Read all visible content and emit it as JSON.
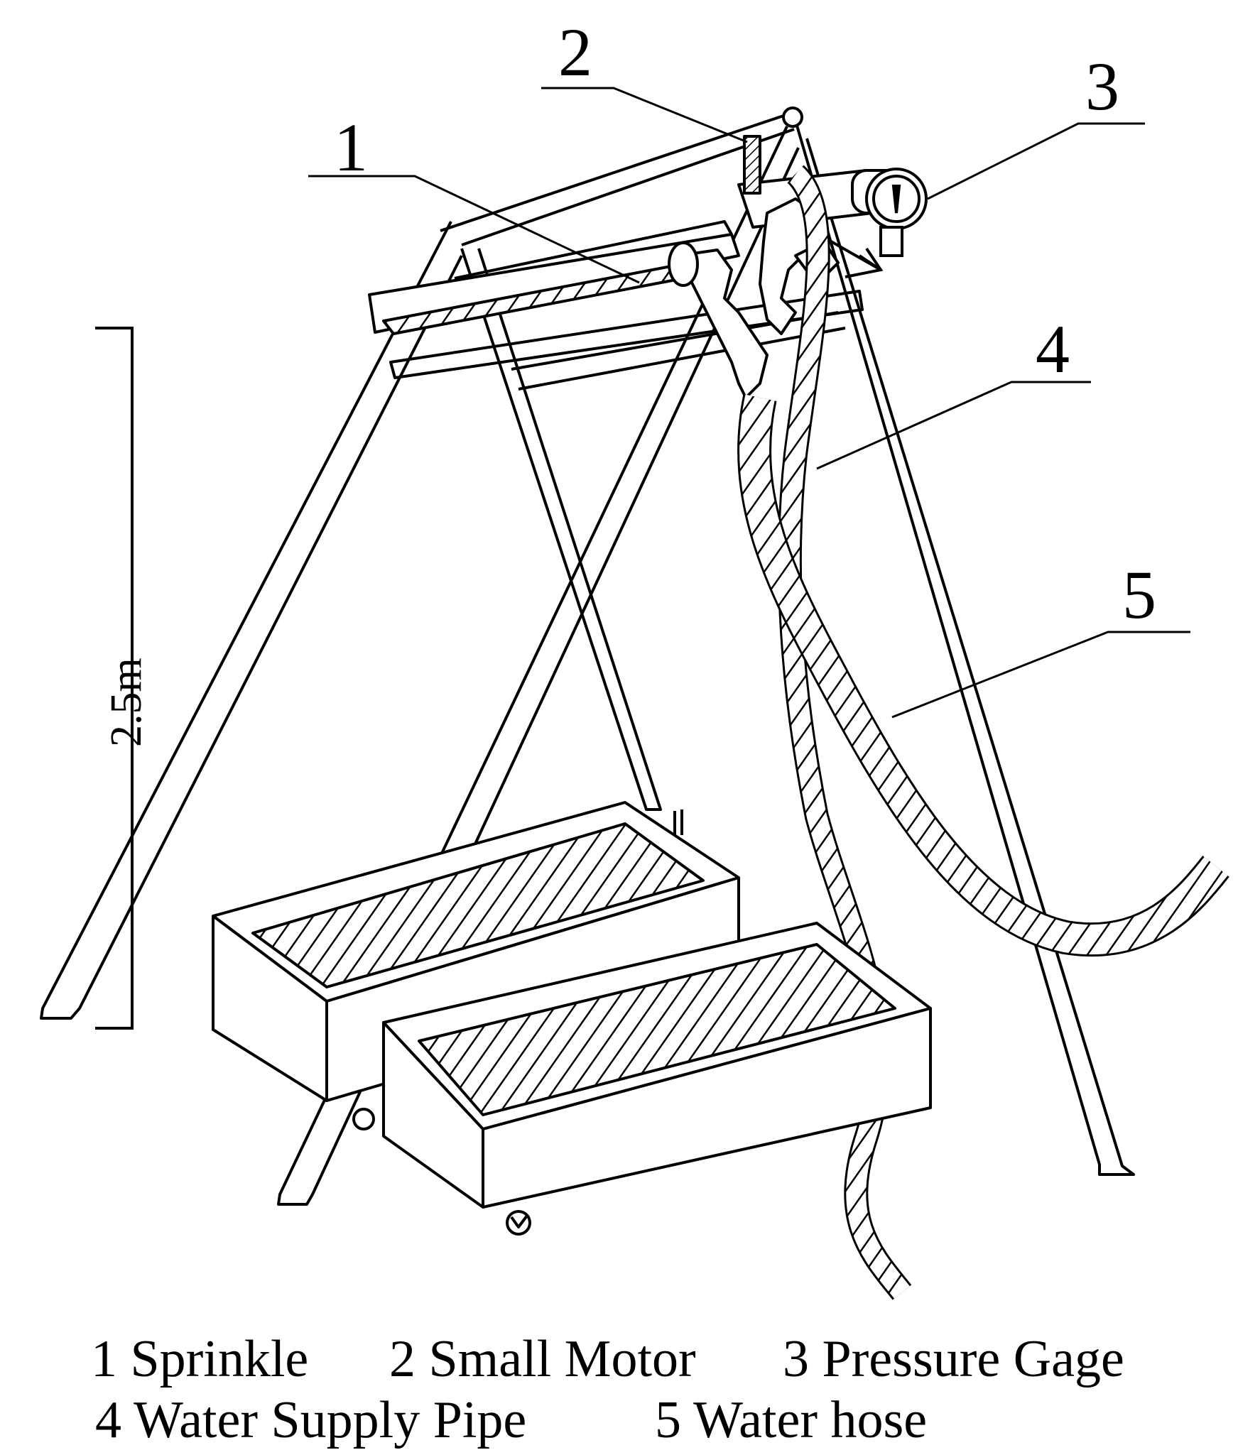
{
  "callouts": [
    "1",
    "2",
    "3",
    "4",
    "5"
  ],
  "dimension": "2.5m",
  "legend": {
    "item1": "1 Sprinkle",
    "item2": "2 Small Motor",
    "item3": "3 Pressure Gage",
    "item4": "4 Water Supply Pipe",
    "item5": "5 Water hose"
  },
  "colors": {
    "ink": "#000000",
    "paper": "#ffffff"
  }
}
